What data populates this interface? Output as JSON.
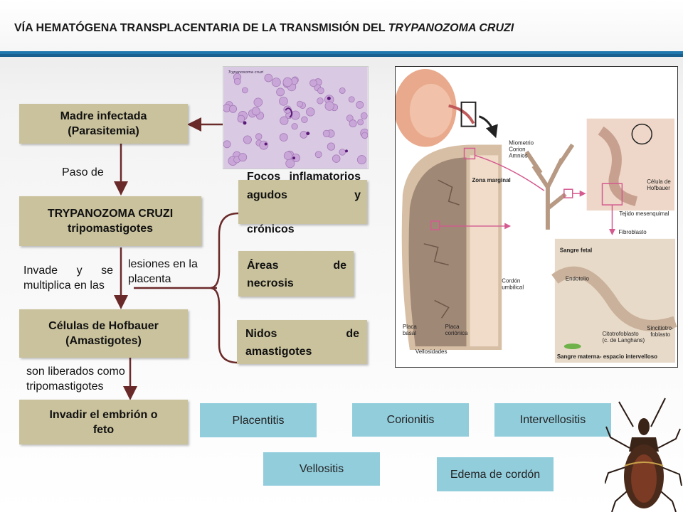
{
  "title": {
    "main": "VÍA HEMATÓGENA TRANSPLACENTARIA DE LA TRANSMISIÓN DEL ",
    "italic": "TRYPANOZOMA CRUZI"
  },
  "flow": {
    "madre_line1": "Madre infectada",
    "madre_line2": "(Parasitemia)",
    "paso_de": "Paso de",
    "tryp_line1": "TRYPANOZOMA CRUZI",
    "tryp_line2": "tripomastigotes",
    "invade": "Invade y se multiplica en las",
    "hofbauer_line1": "Células de Hofbauer",
    "hofbauer_line2": "(Amastigotes)",
    "liberados": "son liberados como tripomastigotes",
    "invadir_line1": "Invadir el embrión o",
    "invadir_line2": "feto",
    "lesiones": "lesiones en la placenta"
  },
  "lesions": {
    "focos_a": "Focos inflamatorios agudos y",
    "focos_b": "crónicos",
    "necrosis_a": "Áreas de",
    "necrosis_b": "necrosis",
    "nidos_a": "Nidos de",
    "nidos_b": "amastigotes"
  },
  "conditions": {
    "placentitis": "Placentitis",
    "corionitis": "Corionitis",
    "intervellositis": "Intervellositis",
    "vellositis": "Vellositis",
    "edema": "Edema de cordón"
  },
  "micrograph": {
    "caption": "Trypanosoma cruzi"
  },
  "figure": {
    "miometrio": "Miometrio",
    "corion": "Corion",
    "amnios": "Amnios",
    "zona_marginal": "Zona marginal",
    "celula_hofbauer_1": "Célula de",
    "celula_hofbauer_2": "Hofbauer",
    "tejido": "Tejido mesenquimal",
    "fibroblasto": "Fibroblasto",
    "sangre_fetal": "Sangre fetal",
    "endotelio": "Endotelio",
    "cordon_1": "Cordón",
    "cordon_2": "umbilical",
    "placa_basal_1": "Placa",
    "placa_basal_2": "basal",
    "placa_corionica_1": "Placa",
    "placa_corionica_2": "coriónica",
    "vellosidades": "Vellosidades",
    "citotrofoblasto": "Citotrofoblasto",
    "langhans": "(c. de Langhans)",
    "sincitio_1": "Sincitiotro-",
    "sincitio_2": "foblasto",
    "sangre_materna": "Sangre materna- espacio intervelloso"
  },
  "colors": {
    "box_tan": "#c9c29c",
    "box_blue": "#92cddc",
    "arrow": "#6b2a2a",
    "header_blue": "#1e78ad"
  }
}
